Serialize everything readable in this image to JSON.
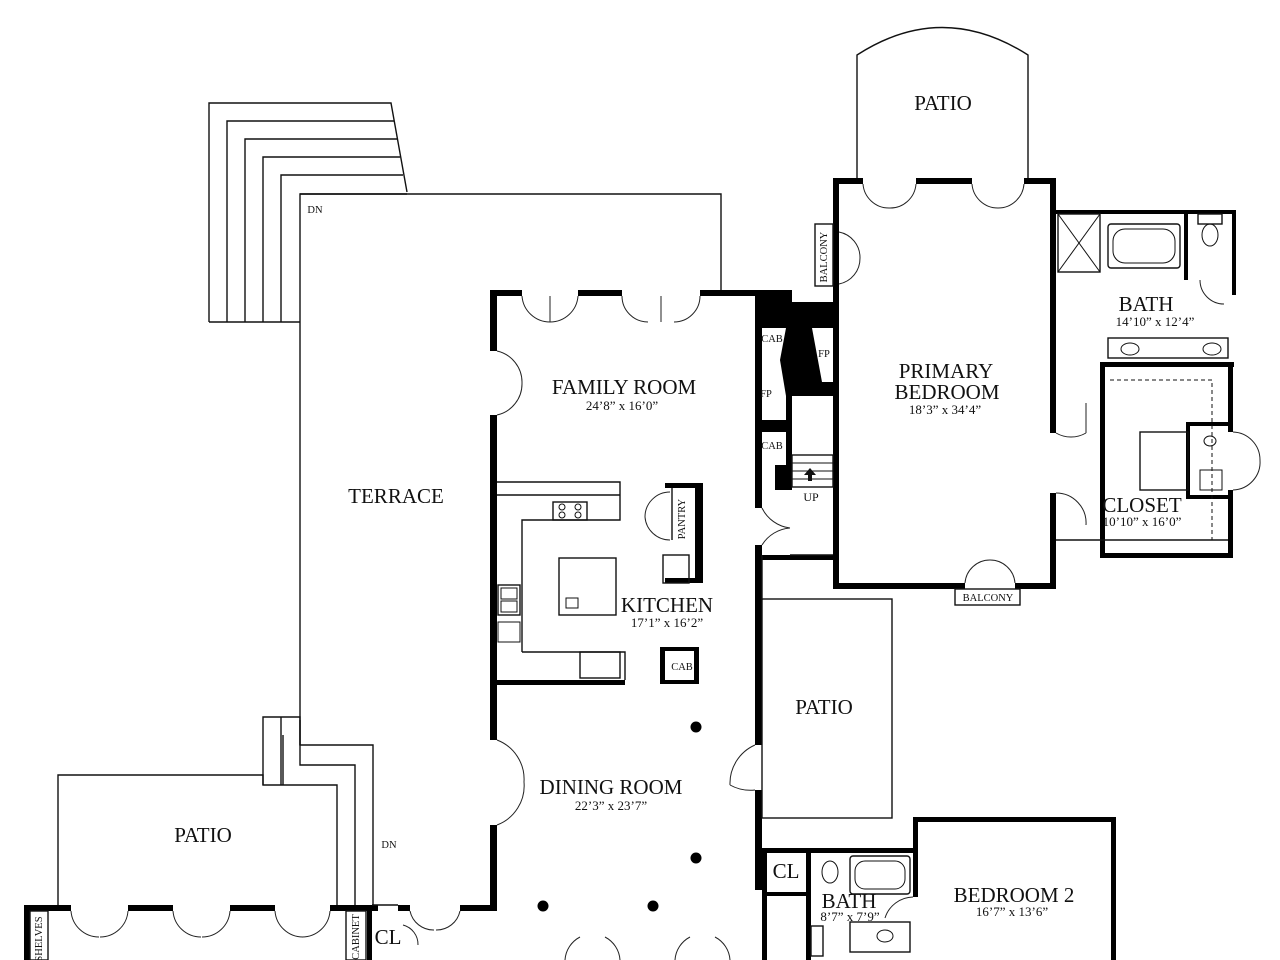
{
  "rooms": {
    "patio_top": "PATIO",
    "balcony_left": "BALCONY",
    "bath_primary": "BATH",
    "bath_primary_dim": "14’10” x 12’4”",
    "family_room": "FAMILY ROOM",
    "family_room_dim": "24’8” x 16’0”",
    "cab_upper": "CAB",
    "fp_right": "FP",
    "fp_left": "FP",
    "cab_lower": "CAB",
    "primary_bedroom_1": "PRIMARY",
    "primary_bedroom_2": "BEDROOM",
    "primary_bedroom_dim": "18’3” x 34’4”",
    "up": "UP",
    "terrace": "TERRACE",
    "dn_top": "DN",
    "pantry": "PANTRY",
    "closet": "CLOSET",
    "closet_dim": "10’10” x 16’0”",
    "balcony_bottom": "BALCONY",
    "kitchen": "KITCHEN",
    "kitchen_dim": "17’1” x 16’2”",
    "cab_kitchen": "CAB",
    "patio_mid": "PATIO",
    "dining_room": "DINING ROOM",
    "dining_room_dim": "22’3” x 23’7”",
    "patio_left": "PATIO",
    "dn_bottom": "DN",
    "cl_right": "CL",
    "bath_2": "BATH",
    "bath_2_dim": "8’7” x 7’9”",
    "bedroom_2": "BEDROOM 2",
    "bedroom_2_dim": "16’7” x 13’6”",
    "shelves": "SHELVES",
    "cabinet": "CABINET",
    "cl_left": "CL"
  }
}
